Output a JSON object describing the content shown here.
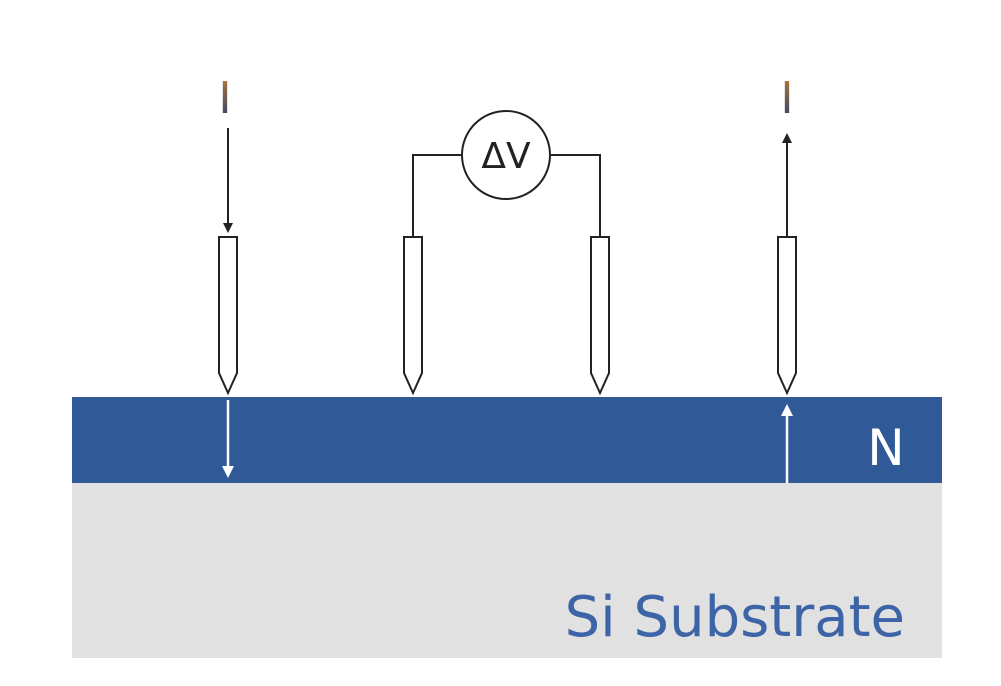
{
  "labels": {
    "current_in": "I",
    "current_out": "I",
    "voltmeter": "ΔV",
    "n_layer": "N",
    "substrate": "Si Substrate"
  },
  "colors": {
    "n_layer": "#2f5a97",
    "substrate": "#e1e1e1",
    "substrate_text": "#3c64a6",
    "current_label_top": "#c07a2e",
    "current_label_bottom": "#1d3f78",
    "wire": "#222222",
    "internal_arrow": "#ffffff"
  }
}
